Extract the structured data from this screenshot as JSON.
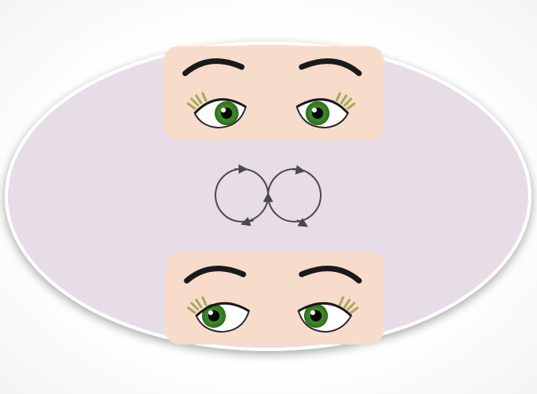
{
  "diagram": {
    "panels": [
      {
        "name": "top-eyes",
        "gaze": "right"
      },
      {
        "name": "bottom-eyes",
        "gaze": "left"
      }
    ],
    "center_symbol": "double-circular-arrows",
    "colors": {
      "background_oval": "#e7dde6",
      "skin": "#f8dccb",
      "iris": "#3f8a2a",
      "lash": "#a8a85a",
      "brow": "#1a1a1a",
      "arrow": "#4a4a4a"
    }
  }
}
